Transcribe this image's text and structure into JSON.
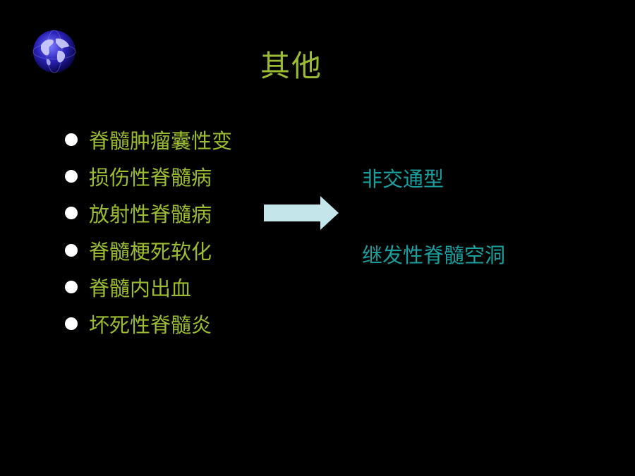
{
  "slide": {
    "title": "其他",
    "items": [
      {
        "label": "脊髓肿瘤囊性变"
      },
      {
        "label": "损伤性脊髓病"
      },
      {
        "label": "放射性脊髓病"
      },
      {
        "label": "脊髓梗死软化"
      },
      {
        "label": "脊髓内出血"
      },
      {
        "label": "坏死性脊髓炎"
      }
    ],
    "results": [
      {
        "label": "非交通型"
      },
      {
        "label": "继发性脊髓空洞"
      }
    ]
  },
  "colors": {
    "background": "#000000",
    "title": "#9BBB32",
    "items": "#9BBB32",
    "results": "#1A9E9E",
    "arrow": "#C4E6EA",
    "bullet": "#FFFFFF"
  },
  "icons": {
    "logo": "globe-icon",
    "connector": "arrow-right-icon"
  }
}
